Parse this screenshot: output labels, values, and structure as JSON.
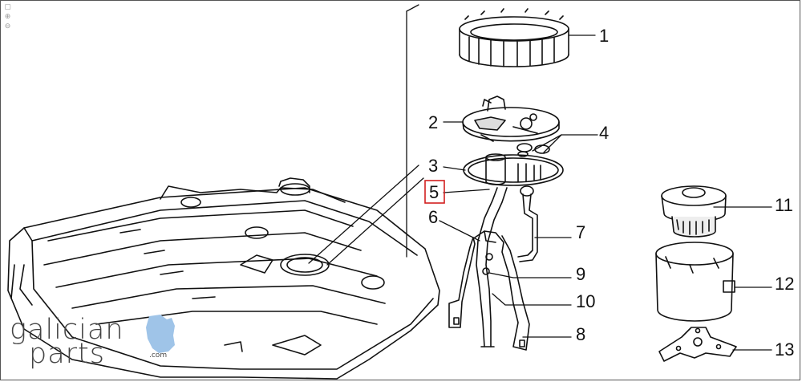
{
  "toolbar": {
    "icons": [
      "fit-page-icon",
      "zoom-in-icon",
      "zoom-out-icon"
    ],
    "glyphs": [
      "▢",
      "⊕",
      "⊖"
    ]
  },
  "callouts": {
    "n1": "1",
    "n2": "2",
    "n3": "3",
    "n4": "4",
    "n5": "5",
    "n6": "6",
    "n7": "7",
    "n8": "8",
    "n9": "9",
    "n10": "10",
    "n11": "11",
    "n12": "12",
    "n13": "13"
  },
  "highlight": {
    "part": "5",
    "color": "#d21f1f"
  },
  "logo": {
    "line1": "galician",
    "line2": "parts",
    "domain": ".com",
    "accent": "#9fc4e8"
  }
}
